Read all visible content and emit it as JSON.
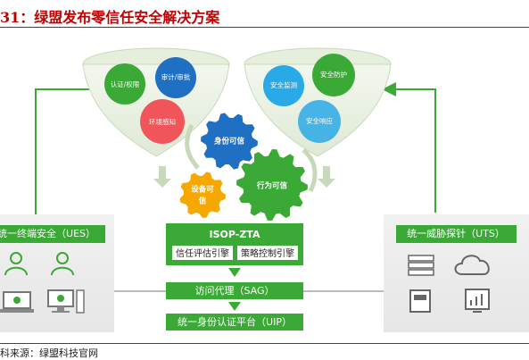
{
  "title": "31：绿盟发布零信任安全解决方案",
  "source": "科来源：绿盟科技官网",
  "left_funnel": {
    "items": [
      "认证/权限",
      "审计/审批",
      "环境感知"
    ]
  },
  "right_funnel": {
    "items": [
      "安全监测",
      "安全防护",
      "安全响应"
    ]
  },
  "gears": [
    "身份可信",
    "设备可信",
    "行为可信"
  ],
  "core": {
    "title": "ISOP-ZTA",
    "engines": [
      "信任评估引擎",
      "策略控制引擎"
    ],
    "proxy": "访问代理（SAG）",
    "auth": "统一身份认证平台（UIP）"
  },
  "left_panel": {
    "title": "统一终端安全（UES）"
  },
  "right_panel": {
    "title": "统一威胁探针（UTS）"
  },
  "colors": {
    "green": "#3aa935",
    "dark_green": "#2e8b2e",
    "gear_blue": "#1f6fc2",
    "gear_orange": "#f6a800",
    "red": "#f0555a",
    "sky": "#29a9e6"
  }
}
